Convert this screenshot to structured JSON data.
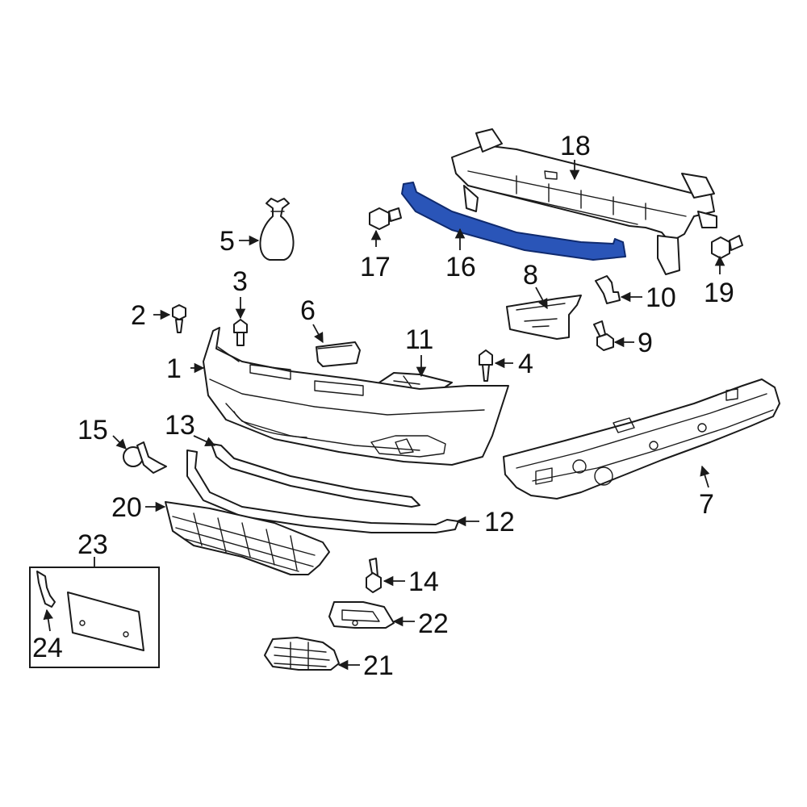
{
  "colors": {
    "line": "#1a1a1a",
    "highlight": "#2a55b8",
    "background": "#ffffff"
  },
  "highlighted_part": "16",
  "callouts": {
    "c1": "1",
    "c2": "2",
    "c3": "3",
    "c4": "4",
    "c5": "5",
    "c6": "6",
    "c7": "7",
    "c8": "8",
    "c9": "9",
    "c10": "10",
    "c11": "11",
    "c12": "12",
    "c13": "13",
    "c14": "14",
    "c15": "15",
    "c16": "16",
    "c17": "17",
    "c18": "18",
    "c19": "19",
    "c20": "20",
    "c21": "21",
    "c22": "22",
    "c23": "23",
    "c24": "24"
  }
}
